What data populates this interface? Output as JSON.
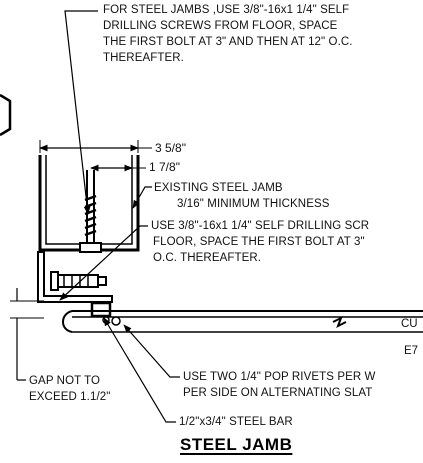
{
  "notes": {
    "steel_jamb_screws": [
      "FOR STEEL JAMBS ,USE 3/8\"-16x1 1/4\" SELF",
      "DRILLING SCREWS  FROM FLOOR, SPACE",
      "THE FIRST BOLT AT 3\" AND THEN AT 12\" O.C.",
      "THEREAFTER."
    ],
    "existing_jamb": [
      "EXISTING STEEL JAMB",
      "3/16\" MINIMUM THICKNESS"
    ],
    "self_drilling": [
      "USE 3/8\"-16x1 1/4\" SELF DRILLING SCR",
      "FLOOR, SPACE THE FIRST BOLT AT 3\"",
      "O.C. THEREAFTER."
    ],
    "gap": [
      "GAP NOT TO",
      "EXCEED 1.1/2\""
    ],
    "pop_rivets": [
      "USE TWO 1/4\" POP RIVETS PER W",
      "PER SIDE ON ALTERNATING SLAT"
    ],
    "steel_bar": "1/2\"x3/4\" STEEL BAR",
    "cut_label": "CU",
    "e_label": "E7"
  },
  "dimensions": {
    "outer": "3 5/8\"",
    "inner": "1 7/8\""
  },
  "title": "STEEL JAMB"
}
